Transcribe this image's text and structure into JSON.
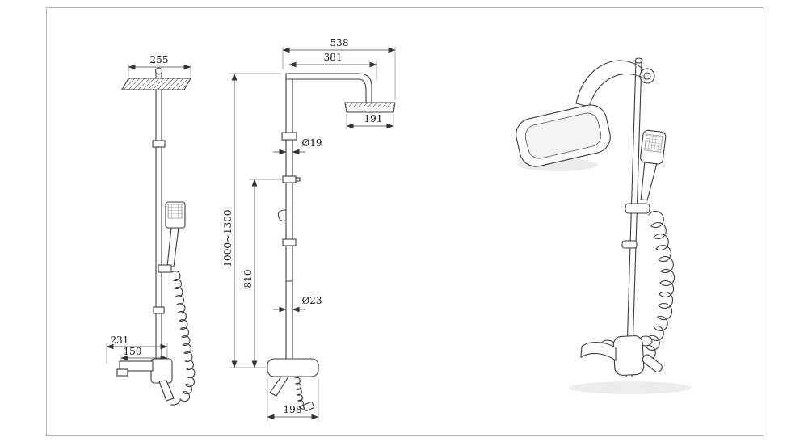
{
  "drawing": {
    "side_view": {
      "head_width": "255",
      "spout_reach": "231",
      "spout_offset": "150"
    },
    "front_view": {
      "overall_width": "538",
      "arm_reach": "381",
      "head_width": "191",
      "upper_pipe_diameter": "Ø19",
      "overall_height": "1000~1300",
      "riser_height": "810",
      "lower_pipe_diameter": "Ø23",
      "mixer_width": "198"
    }
  }
}
